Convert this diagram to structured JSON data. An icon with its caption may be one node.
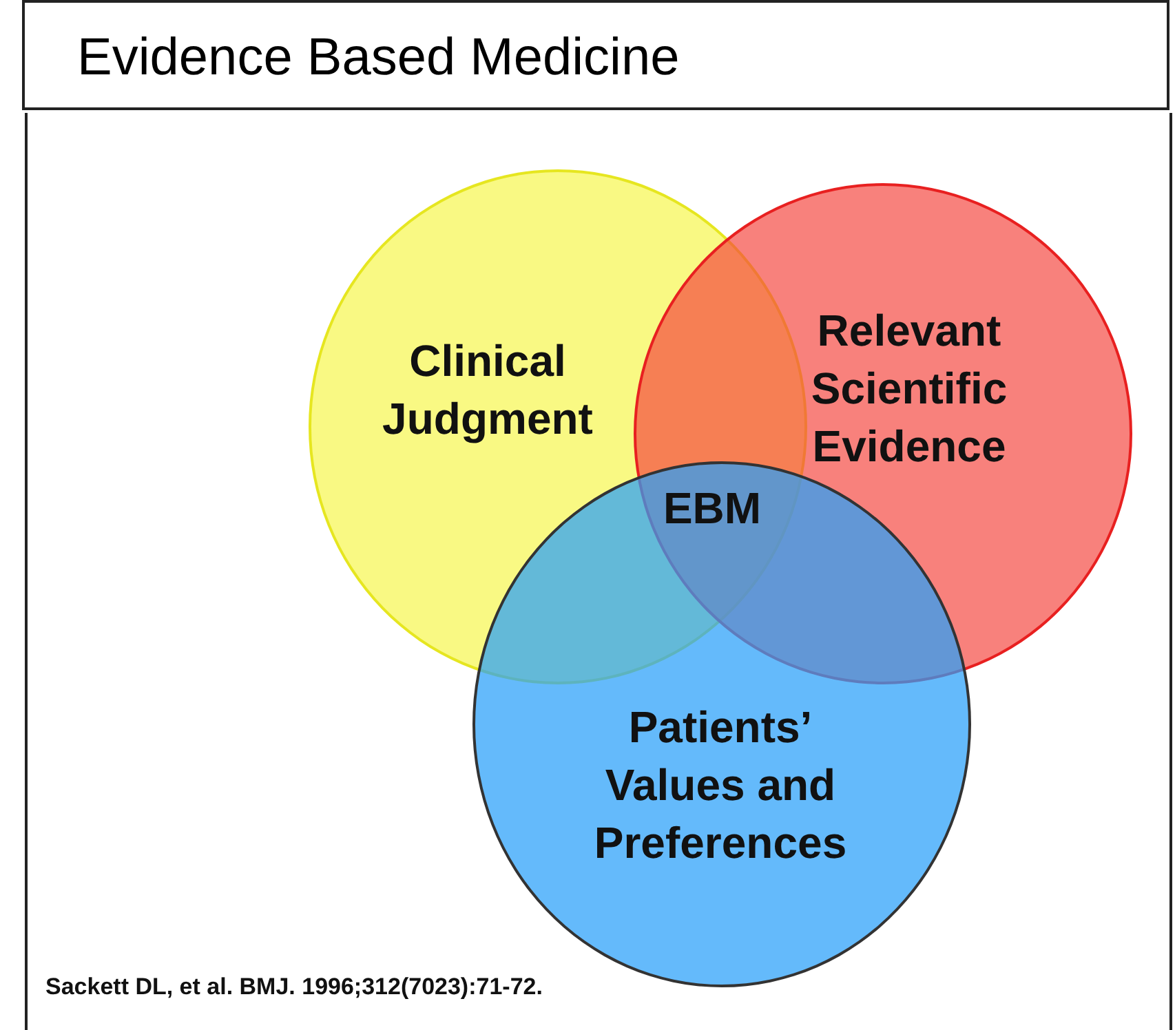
{
  "diagram": {
    "title": "Evidence Based Medicine",
    "caption": "Sackett DL, et al. BMJ. 1996;312(7023):71-72.",
    "nodes": [
      {
        "text": [
          "Clinical Judgment"
        ]
      },
      {
        "text": [
          "Relevant Scientific Evidence"
        ]
      },
      {
        "text": [
          "Patients’ Values and Preferences"
        ]
      }
    ],
    "labels": [
      "EBM"
    ]
  }
}
